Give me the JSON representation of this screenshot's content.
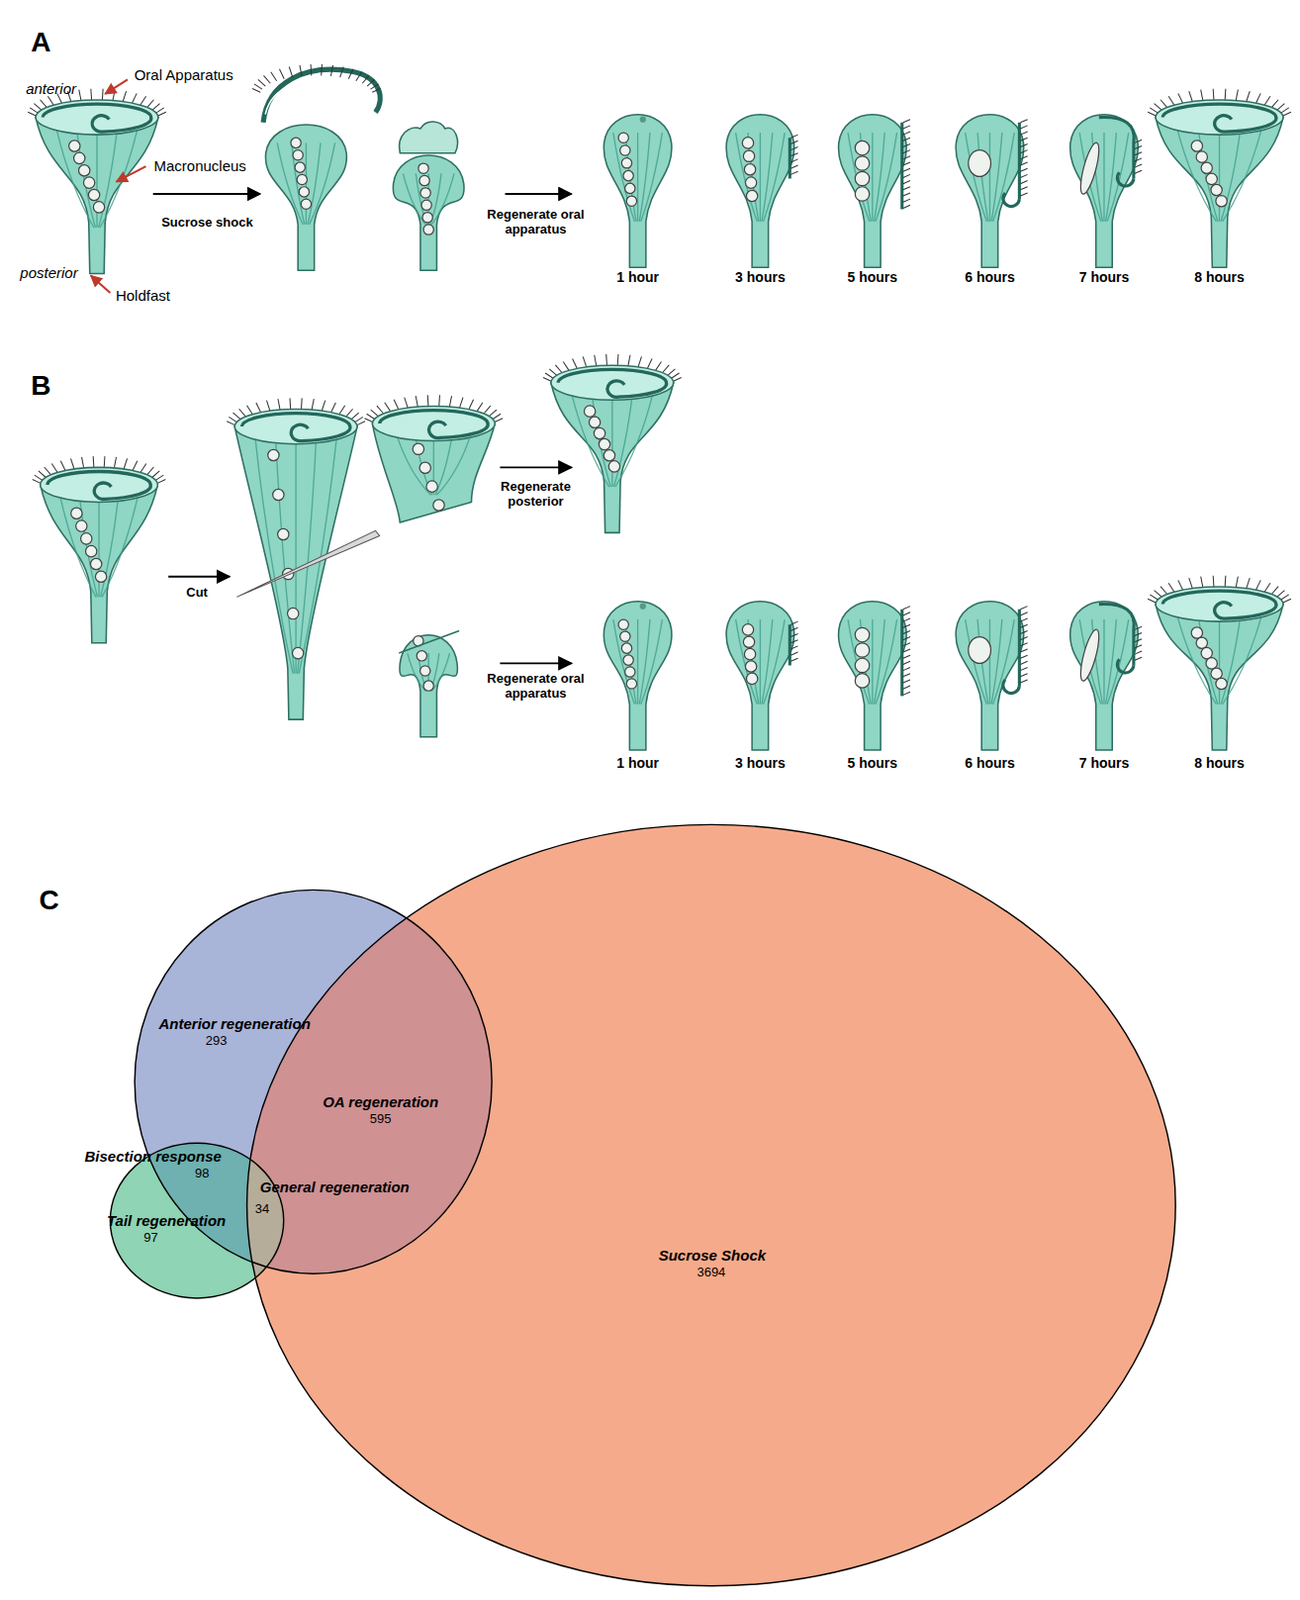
{
  "diagram": {
    "labels": [
      "A",
      "anterior",
      "Oral Apparatus",
      "Macronucleus",
      "posterior",
      "Holdfast",
      "Sucrose shock",
      "Regenerate oral apparatus",
      "1 hour",
      "3 hours",
      "5 hours",
      "6 hours",
      "7 hours",
      "8 hours",
      "B",
      "Cut",
      "Regenerate posterior",
      "Regenerate oral apparatus",
      "1 hour",
      "3 hours",
      "5 hours",
      "6 hours",
      "7 hours",
      "8 hours",
      "C",
      "Anterior regeneration",
      "293",
      "OA regeneration",
      "595",
      "Bisection response",
      "98",
      "General regeneration",
      "34",
      "Tail regeneration",
      "97",
      "Sucrose Shock",
      "3694"
    ]
  }
}
